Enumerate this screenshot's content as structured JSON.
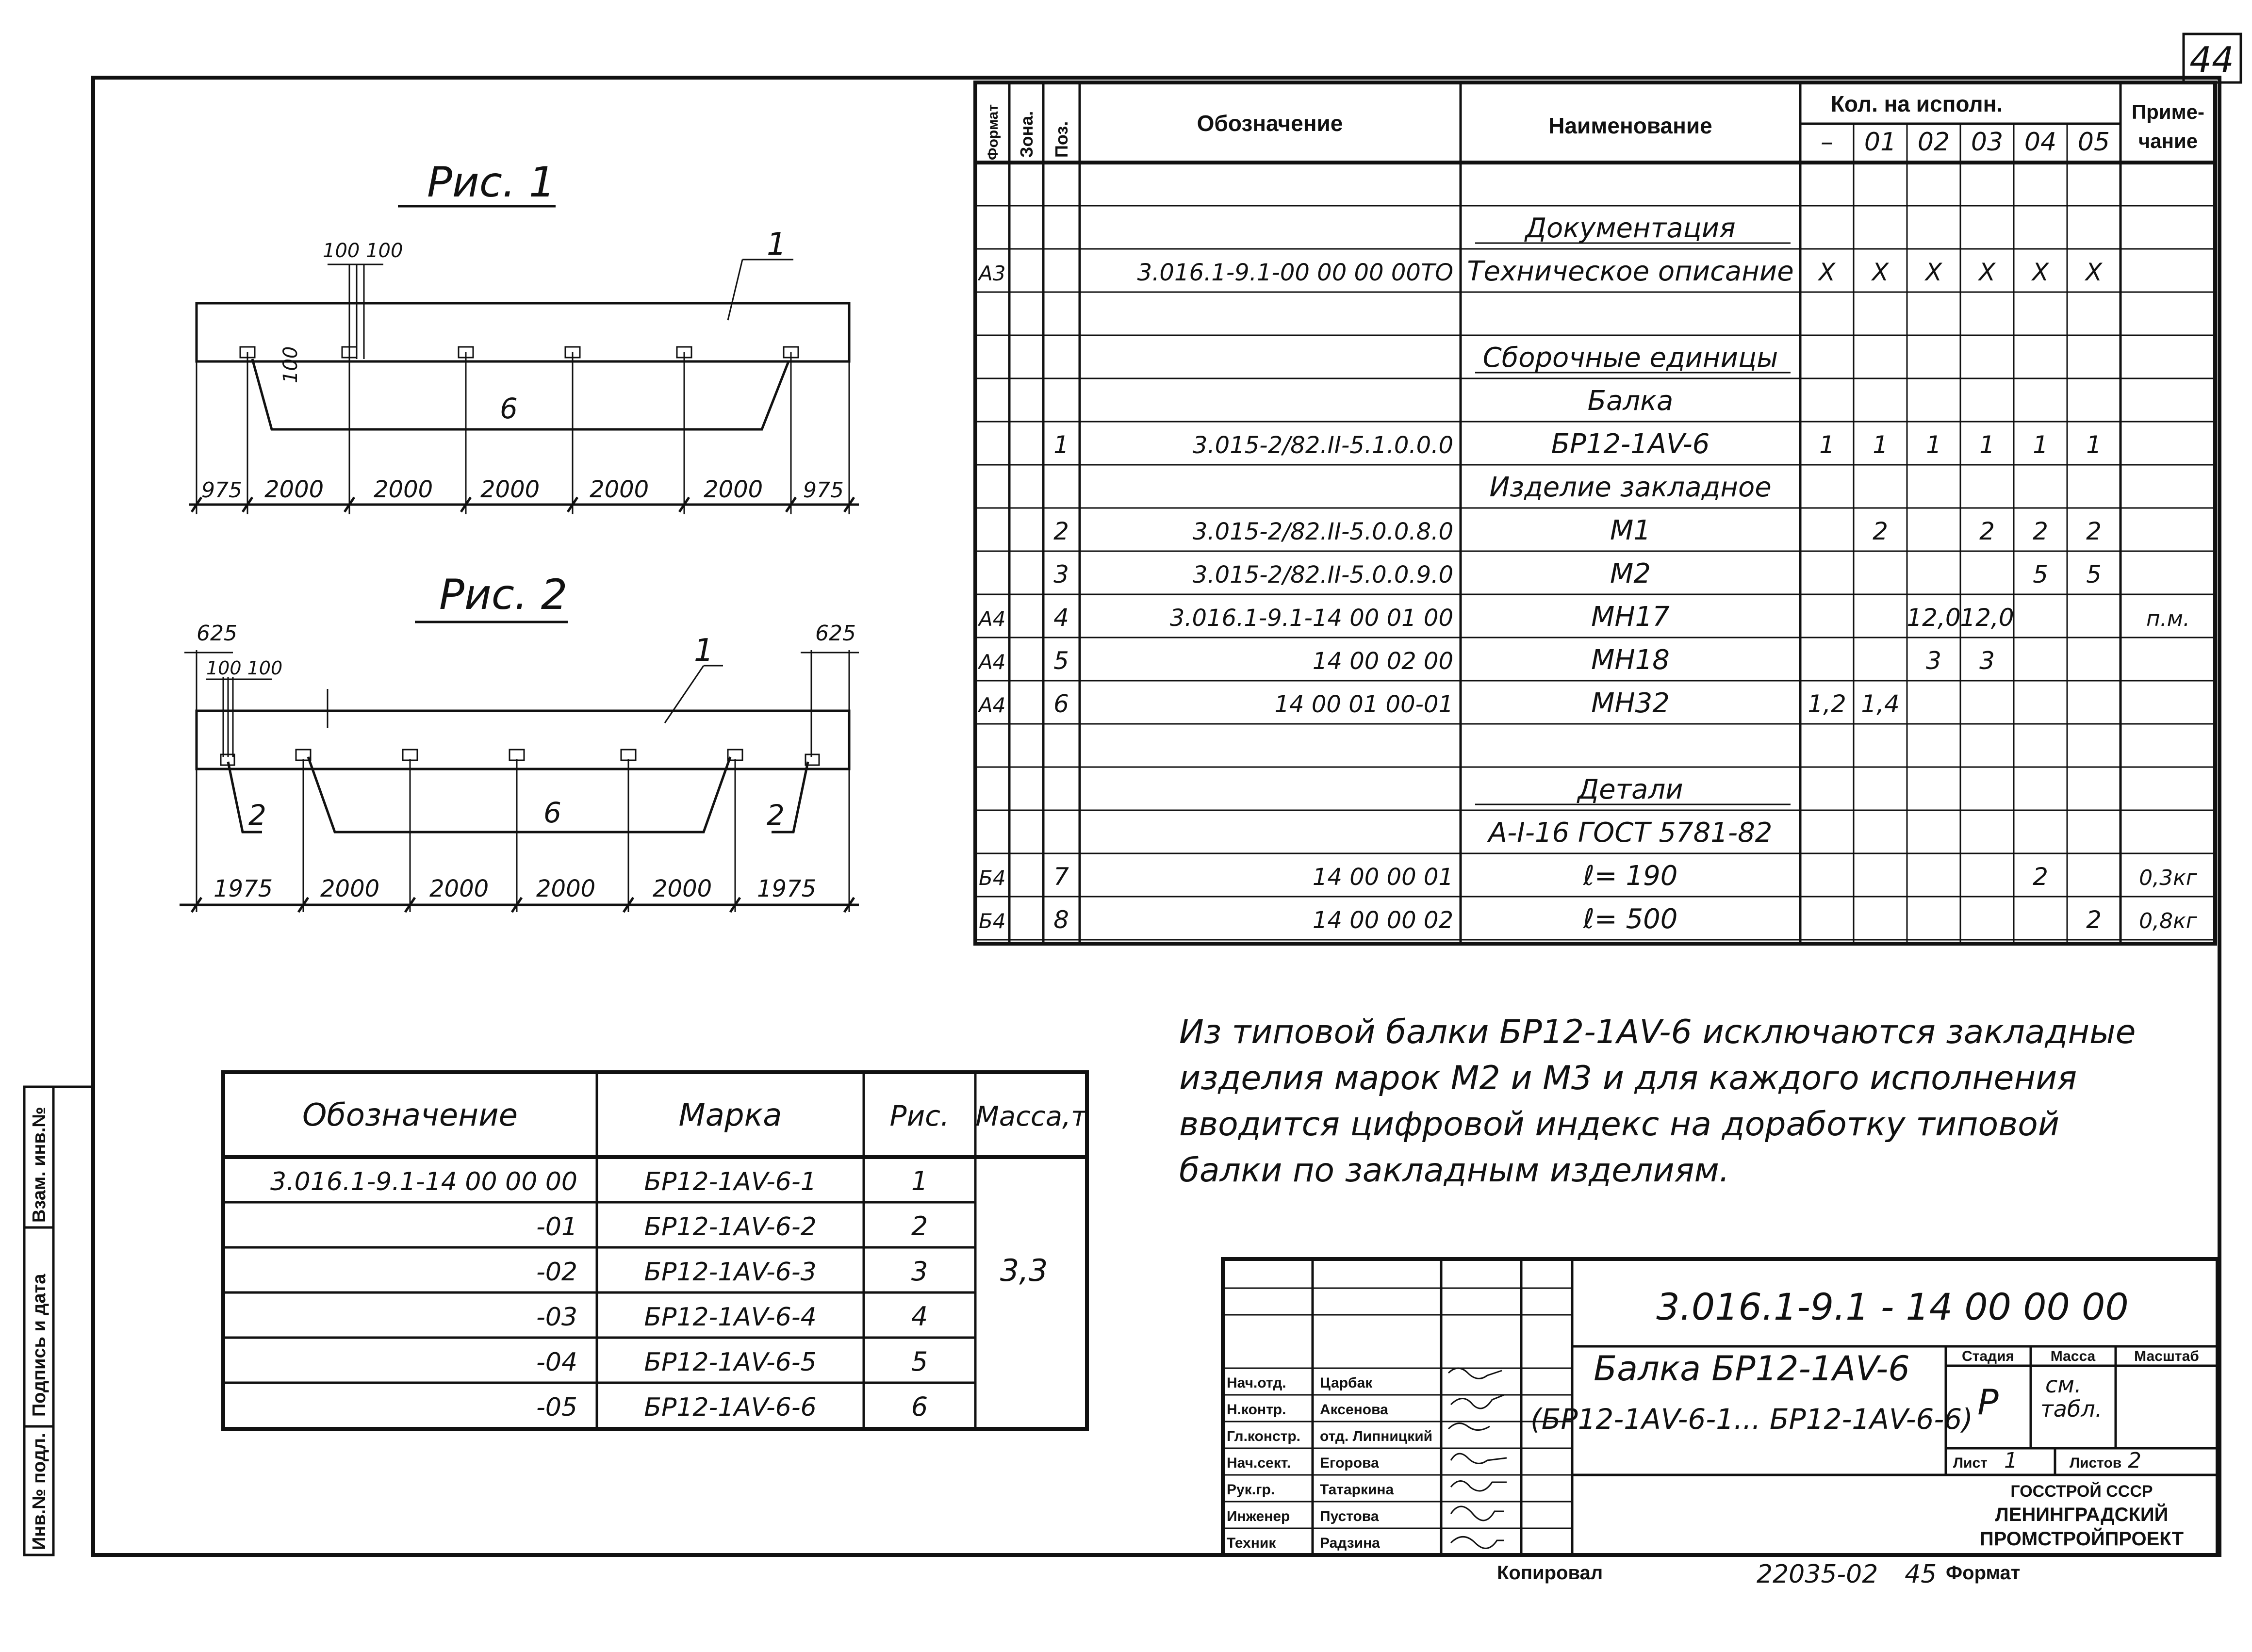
{
  "sheet_number": "44",
  "fig1": {
    "title": "Рис. 1",
    "dim_top": "100 100",
    "dim_height": "100",
    "leader_label_1": "1",
    "leader_label_6": "6",
    "dims_bottom": [
      "975",
      "2000",
      "2000",
      "2000",
      "2000",
      "2000",
      "975"
    ]
  },
  "fig2": {
    "title": "Рис. 2",
    "dim_left": "625",
    "dim_right": "625",
    "dim_top": "100 100",
    "leader_label_1": "1",
    "leader_label_2_left": "2",
    "leader_label_6": "6",
    "leader_label_2_right": "2",
    "dims_bottom": [
      "1975",
      "2000",
      "2000",
      "2000",
      "2000",
      "1975"
    ]
  },
  "spec": {
    "headers": {
      "format": "Формат",
      "zone": "Зона.",
      "pos": "Поз.",
      "designation": "Обозначение",
      "name": "Наименование",
      "qty_title": "Кол. на исполн.",
      "qty_cols": [
        "–",
        "01",
        "02",
        "03",
        "04",
        "05"
      ],
      "note_line1": "Приме-",
      "note_line2": "чание"
    },
    "rows": [
      {
        "format": "",
        "pos": "",
        "designation": "",
        "name": "",
        "qty": [
          "",
          "",
          "",
          "",
          "",
          ""
        ],
        "note": ""
      },
      {
        "format": "",
        "pos": "",
        "designation": "",
        "name": "Документация",
        "underline": true,
        "qty": [
          "",
          "",
          "",
          "",
          "",
          ""
        ],
        "note": ""
      },
      {
        "format": "А3",
        "pos": "",
        "designation": "3.016.1-9.1-00 00 00 00ТО",
        "name": "Техническое описание",
        "qty": [
          "X",
          "X",
          "X",
          "X",
          "X",
          "X"
        ],
        "note": ""
      },
      {
        "format": "",
        "pos": "",
        "designation": "",
        "name": "",
        "qty": [
          "",
          "",
          "",
          "",
          "",
          ""
        ],
        "note": ""
      },
      {
        "format": "",
        "pos": "",
        "designation": "",
        "name": "Сборочные единицы",
        "underline": true,
        "qty": [
          "",
          "",
          "",
          "",
          "",
          ""
        ],
        "note": ""
      },
      {
        "format": "",
        "pos": "",
        "designation": "",
        "name": "Балка",
        "qty": [
          "",
          "",
          "",
          "",
          "",
          ""
        ],
        "note": ""
      },
      {
        "format": "",
        "pos": "1",
        "designation": "3.015-2/82.II-5.1.0.0.0",
        "name": "БР12-1АV-6",
        "qty": [
          "1",
          "1",
          "1",
          "1",
          "1",
          "1"
        ],
        "note": ""
      },
      {
        "format": "",
        "pos": "",
        "designation": "",
        "name": "Изделие закладное",
        "qty": [
          "",
          "",
          "",
          "",
          "",
          ""
        ],
        "note": ""
      },
      {
        "format": "",
        "pos": "2",
        "designation": "3.015-2/82.II-5.0.0.8.0",
        "name": "М1",
        "qty": [
          "",
          "2",
          "",
          "2",
          "2",
          "2"
        ],
        "note": ""
      },
      {
        "format": "",
        "pos": "3",
        "designation": "3.015-2/82.II-5.0.0.9.0",
        "name": "М2",
        "qty": [
          "",
          "",
          "",
          "",
          "5",
          "5"
        ],
        "note": ""
      },
      {
        "format": "А4",
        "pos": "4",
        "designation": "3.016.1-9.1-14 00 01 00",
        "name": "МН17",
        "qty": [
          "",
          "",
          "12,0",
          "12,0",
          "",
          ""
        ],
        "note": "п.м."
      },
      {
        "format": "А4",
        "pos": "5",
        "designation": "14 00 02 00",
        "name": "МН18",
        "qty": [
          "",
          "",
          "3",
          "3",
          "",
          ""
        ],
        "note": ""
      },
      {
        "format": "А4",
        "pos": "6",
        "designation": "14 00 01 00-01",
        "name": "МН32",
        "qty": [
          "1,2",
          "1,4",
          "",
          "",
          "",
          ""
        ],
        "note": ""
      },
      {
        "format": "",
        "pos": "",
        "designation": "",
        "name": "",
        "qty": [
          "",
          "",
          "",
          "",
          "",
          ""
        ],
        "note": ""
      },
      {
        "format": "",
        "pos": "",
        "designation": "",
        "name": "Детали",
        "underline": true,
        "qty": [
          "",
          "",
          "",
          "",
          "",
          ""
        ],
        "note": ""
      },
      {
        "format": "",
        "pos": "",
        "designation": "",
        "name": "A-I-16 ГОСТ 5781-82",
        "qty": [
          "",
          "",
          "",
          "",
          "",
          ""
        ],
        "note": ""
      },
      {
        "format": "Б4",
        "pos": "7",
        "designation": "14 00 00 01",
        "name": "ℓ= 190",
        "qty": [
          "",
          "",
          "",
          "",
          "2",
          ""
        ],
        "note": "0,3кг"
      },
      {
        "format": "Б4",
        "pos": "8",
        "designation": "14 00 00 02",
        "name": "ℓ= 500",
        "qty": [
          "",
          "",
          "",
          "",
          "",
          "2"
        ],
        "note": "0,8кг"
      }
    ]
  },
  "notes_text": [
    "Из типовой балки БР12-1АV-6 исключаются закладные",
    "изделия марок М2 и М3 и для каждого исполнения",
    "вводится цифровой индекс на доработку типовой",
    "балки по закладным изделиям."
  ],
  "marks_table": {
    "headers": [
      "Обозначение",
      "Марка",
      "Рис.",
      "Масса,т"
    ],
    "rows": [
      {
        "designation": "3.016.1-9.1-14 00 00 00",
        "mark": "БР12-1АV-6-1",
        "fig": "1"
      },
      {
        "designation": "-01",
        "mark": "БР12-1АV-6-2",
        "fig": "2"
      },
      {
        "designation": "-02",
        "mark": "БР12-1АV-6-3",
        "fig": "3"
      },
      {
        "designation": "-03",
        "mark": "БР12-1АV-6-4",
        "fig": "4"
      },
      {
        "designation": "-04",
        "mark": "БР12-1АV-6-5",
        "fig": "5"
      },
      {
        "designation": "-05",
        "mark": "БР12-1АV-6-6",
        "fig": "6"
      }
    ],
    "mass": "3,3"
  },
  "side_stamp": [
    "Инв.№ подл.",
    "Подпись и дата",
    "Взам. инв.№"
  ],
  "title_block": {
    "doc_code": "3.016.1-9.1 - 14 00 00 00",
    "title_line1": "Балка БР12-1АV-6",
    "title_line2": "(БР12-1АV-6-1... БР12-1АV-6-6)",
    "stage_label": "Стадия",
    "mass_label": "Масса",
    "scale_label": "Масштаб",
    "stage_value": "Р",
    "mass_value_1": "см.",
    "mass_value_2": "табл.",
    "sheet_label": "Лист",
    "sheet_value": "1",
    "sheets_label": "Листов",
    "sheets_value": "2",
    "org_line1": "ГОССТРОЙ СССР",
    "org_line2": "ЛЕНИНГРАДСКИЙ",
    "org_line3": "ПРОМСТРОЙПРОЕКТ",
    "staff": [
      {
        "role": "Нач.отд.",
        "name": "Царбак"
      },
      {
        "role": "Н.контр.",
        "name": "Аксенова"
      },
      {
        "role": "Гл.констр.",
        "name": "отд. Липницкий"
      },
      {
        "role": "Нач.сект.",
        "name": "Егорова"
      },
      {
        "role": "Рук.гр.",
        "name": "Татаркина"
      },
      {
        "role": "Инженер",
        "name": "Пустова"
      },
      {
        "role": "Техник",
        "name": "Радзина"
      }
    ]
  },
  "footer": {
    "copied": "Копировал",
    "order": "22035-02",
    "page": "45",
    "format": "Формат"
  }
}
